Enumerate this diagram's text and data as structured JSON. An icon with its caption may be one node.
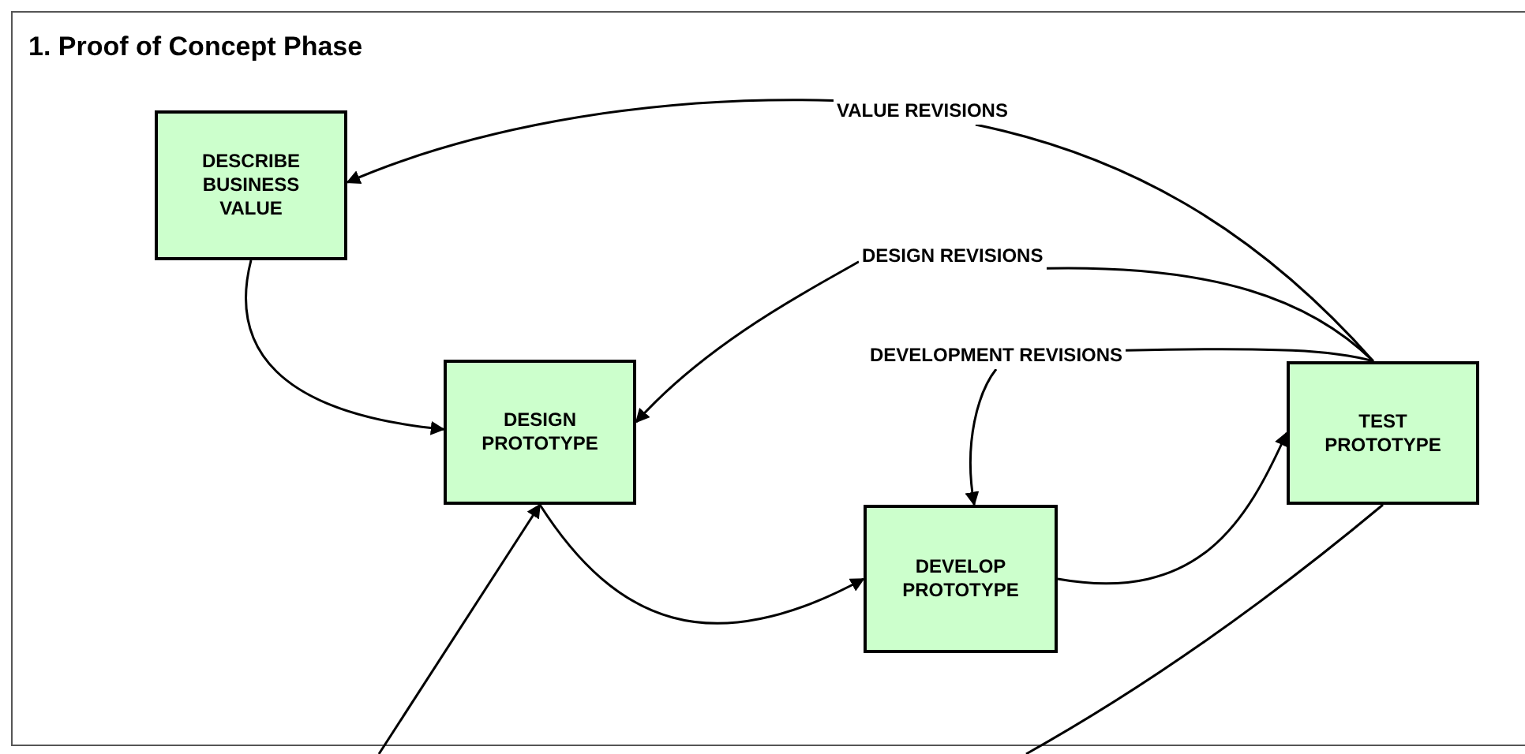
{
  "diagram": {
    "nodes": [
      {
        "text": [
          "1. Proof of Concept Phase"
        ]
      },
      {
        "text": [
          "DESCRIBE BUSINESS VALUE"
        ],
        "in": 0
      },
      {
        "text": [
          "DESIGN PROTOTYPE"
        ],
        "in": 0
      },
      {
        "text": [
          "DEVELOP PROTOTYPE"
        ],
        "in": 0
      },
      {
        "text": [
          "TEST PROTOTYPE"
        ],
        "in": 0
      },
      {
        "text": [
          "VALUE REVISIONS"
        ],
        "in": 0
      },
      {
        "text": [
          "DESIGN REVISIONS"
        ],
        "in": 0
      },
      {
        "text": [
          "DEVELOPMENT REVISIONS"
        ],
        "in": 0
      }
    ],
    "edges": [
      {
        "from": 4,
        "to": 5,
        "arrow": "none"
      },
      {
        "from": 5,
        "to": 1,
        "arrow": "to"
      },
      {
        "from": 4,
        "to": 6,
        "arrow": "none"
      },
      {
        "from": 6,
        "to": 2,
        "arrow": "to"
      },
      {
        "from": 4,
        "to": 7,
        "arrow": "none"
      },
      {
        "from": 7,
        "to": 3,
        "arrow": "to"
      },
      {
        "from": 1,
        "to": 2,
        "arrow": "to"
      },
      {
        "from": 2,
        "to": 3,
        "arrow": "to"
      },
      {
        "from": 3,
        "to": 4,
        "arrow": "to"
      },
      {
        "from": null,
        "to": 2,
        "arrow": "to"
      },
      {
        "from": 4,
        "to": null,
        "arrow": "none"
      }
    ]
  }
}
